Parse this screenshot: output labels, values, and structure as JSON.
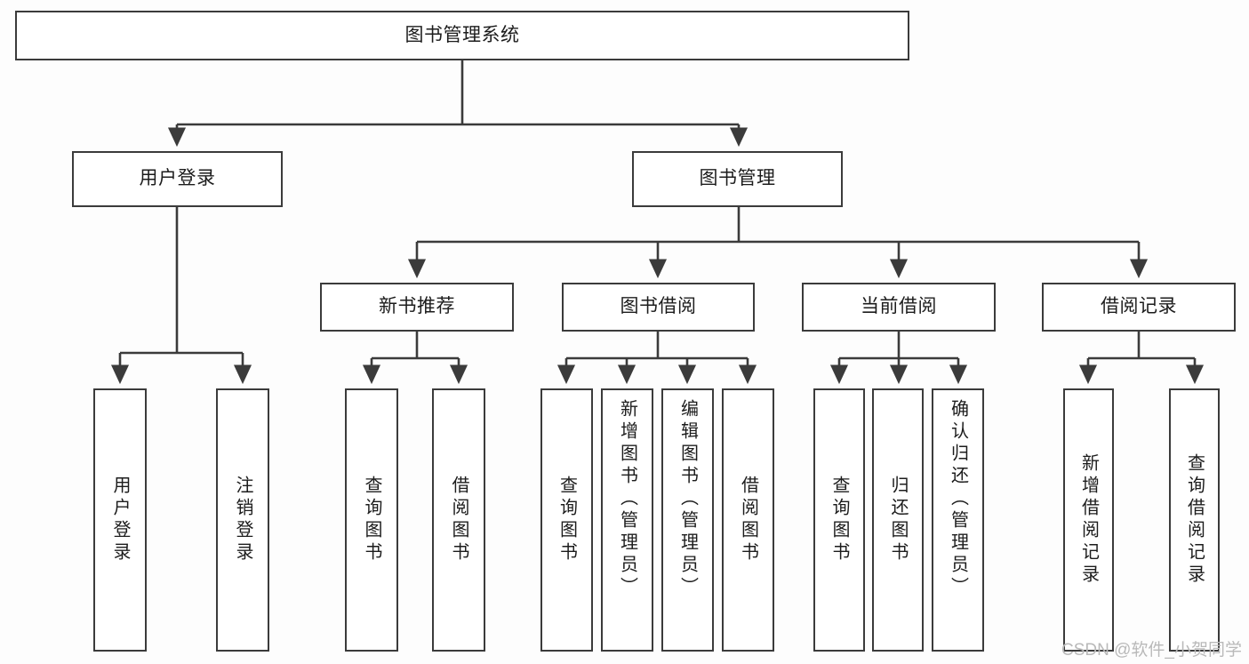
{
  "diagram": {
    "title": "图书管理系统",
    "type": "hierarchy-tree",
    "watermark": "CSDN @软件_小贺同学",
    "colors": {
      "border": "#3b3b3b",
      "node_fill": "#ffffff",
      "text": "#1c1c1c",
      "background": "#fdfdfd",
      "watermark": "#b9b9b9"
    },
    "nodes": {
      "root": {
        "label": "图书管理系统"
      },
      "level2": [
        {
          "label": "用户登录"
        },
        {
          "label": "图书管理"
        }
      ],
      "level3": [
        {
          "label": "新书推荐"
        },
        {
          "label": "图书借阅"
        },
        {
          "label": "当前借阅"
        },
        {
          "label": "借阅记录"
        }
      ],
      "leaves": {
        "user_login": [
          {
            "label": "用户登录"
          },
          {
            "label": "注销登录"
          }
        ],
        "new_book_recommend": [
          {
            "label": "查询图书"
          },
          {
            "label": "借阅图书"
          }
        ],
        "book_borrow": [
          {
            "label": "查询图书"
          },
          {
            "label": "新增图书（管理员）"
          },
          {
            "label": "编辑图书（管理员）"
          },
          {
            "label": "借阅图书"
          }
        ],
        "current_borrow": [
          {
            "label": "查询图书"
          },
          {
            "label": "归还图书"
          },
          {
            "label": "确认归还（管理员）"
          }
        ],
        "borrow_record": [
          {
            "label": "新增借阅记录"
          },
          {
            "label": "查询借阅记录"
          }
        ]
      }
    }
  }
}
